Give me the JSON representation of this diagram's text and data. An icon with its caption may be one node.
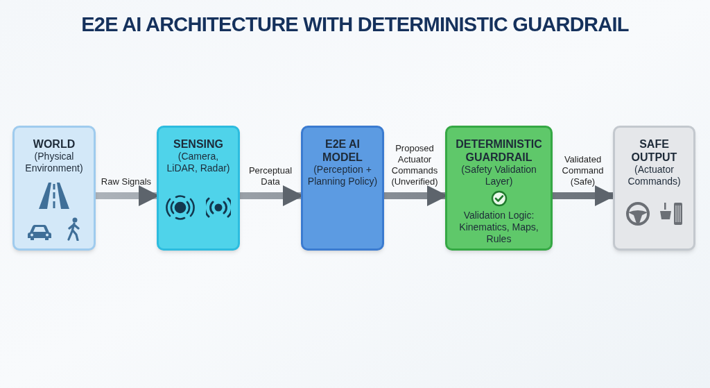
{
  "diagram": {
    "title": "E2E AI ARCHITECTURE WITH DETERMINISTIC GUARDRAIL",
    "nodes": [
      {
        "text": [
          "WORLD",
          "(Physical Environment)"
        ]
      },
      {
        "text": [
          "SENSING",
          "(Camera, LiDAR, Radar)"
        ]
      },
      {
        "text": [
          "E2E AI MODEL",
          "(Perception + Planning Policy)"
        ]
      },
      {
        "text": [
          "DETERMINISTIC GUARDRAIL",
          "(Safety Validation Layer)",
          "Validation Logic: Kinematics, Maps, Rules"
        ]
      },
      {
        "text": [
          "SAFE OUTPUT",
          "(Actuator Commands)"
        ]
      }
    ],
    "edges": [
      {
        "from": 0,
        "to": 1,
        "arrow": "to",
        "label": "Raw Signals",
        "style": "thick"
      },
      {
        "from": 1,
        "to": 2,
        "arrow": "to",
        "label": "Perceptual Data",
        "style": "thick"
      },
      {
        "from": 2,
        "to": 3,
        "arrow": "to",
        "label": "Proposed Actuator Commands (Unverified)",
        "style": "thick"
      },
      {
        "from": 3,
        "to": 4,
        "arrow": "to",
        "label": "Validated Command (Safe)",
        "style": "thick"
      }
    ]
  }
}
